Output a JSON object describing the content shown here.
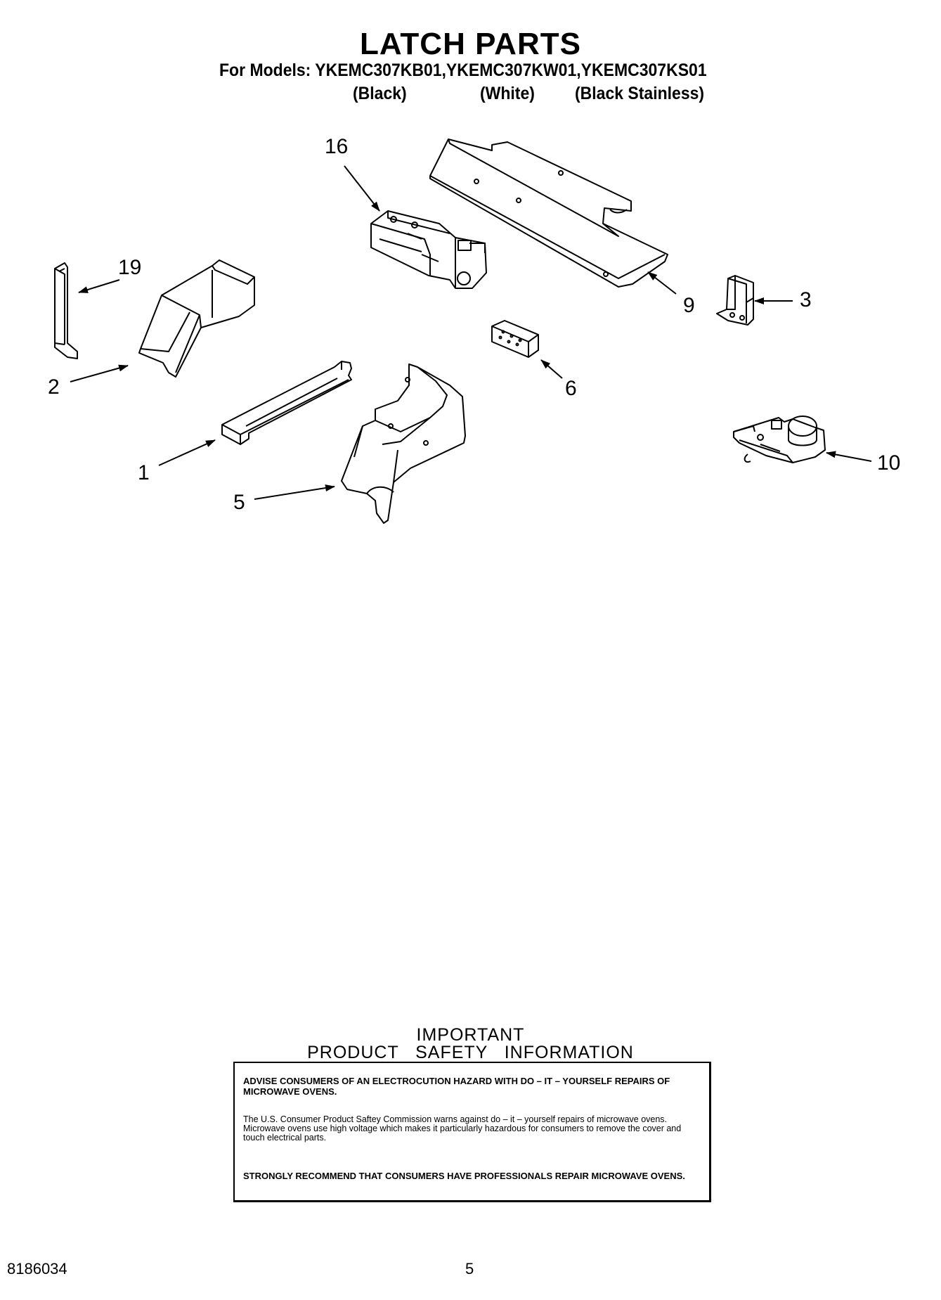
{
  "header": {
    "title": "LATCH PARTS",
    "models_line": "For Models: YKEMC307KB01,YKEMC307KW01,YKEMC307KS01",
    "variants": [
      "(Black)",
      "(White)",
      "(Black Stainless)"
    ]
  },
  "callouts": [
    "16",
    "19",
    "9",
    "3",
    "2",
    "6",
    "1",
    "10",
    "5"
  ],
  "safety": {
    "heading_line1": "IMPORTANT",
    "heading_line2": "PRODUCT   SAFETY   INFORMATION",
    "warning1": "ADVISE CONSUMERS OF AN ELECTROCUTION HAZARD WITH DO – IT – YOURSELF REPAIRS OF MICROWAVE OVENS.",
    "body": "The U.S. Consumer Product Saftey Commission warns against do – it – yourself repairs of microwave ovens. Microwave ovens use high voltage which makes it particularly hazardous for consumers to remove the cover and touch electrical parts.",
    "warning2": "STRONGLY RECOMMEND THAT CONSUMERS HAVE PROFESSIONALS REPAIR MICROWAVE OVENS."
  },
  "footer": {
    "doc_number": "8186034",
    "page_number": "5"
  }
}
